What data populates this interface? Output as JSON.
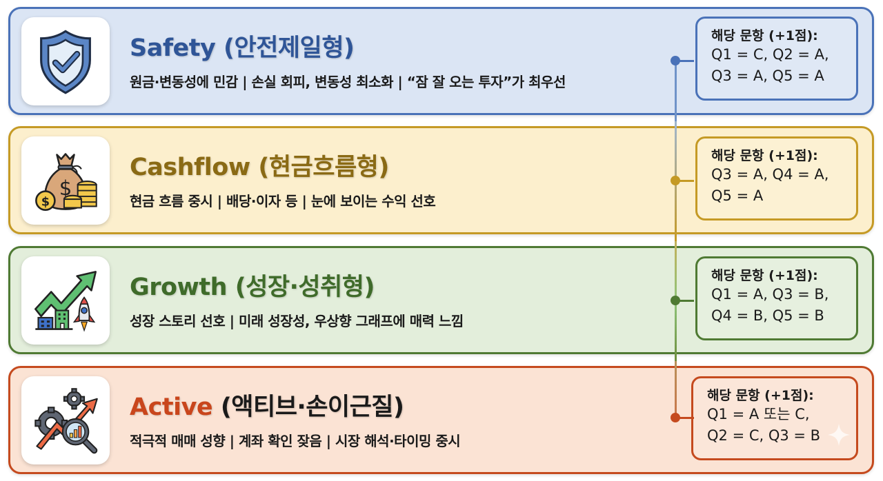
{
  "cards": [
    {
      "id": "safety",
      "title_en": "Safety",
      "title_ko": "(안전제일형)",
      "description": "원금·변동성에 민감 | 손실 회피, 변동성 최소화 | “잠 잘 오는 투자”가 최우선",
      "points_header": "해당 문항 (+1점):",
      "points_lines": [
        "Q1 = C,  Q2 = A,",
        "Q3 = A,  Q5 = A"
      ],
      "icon": "shield-check-icon",
      "colors": {
        "accent": "#2f5597",
        "border": "#4a72b8",
        "bg": "#dbe5f4"
      }
    },
    {
      "id": "cashflow",
      "title_en": "Cashflow",
      "title_ko": "(현금흐름형)",
      "description": "현금 흐름 중시 | 배당·이자 등 | 눈에 보이는 수익 선호",
      "points_header": "해당 문항 (+1점):",
      "points_lines": [
        "Q3 = A,  Q4 = A,",
        "Q5 = A"
      ],
      "icon": "money-bag-icon",
      "colors": {
        "accent": "#8a6a14",
        "border": "#c59a25",
        "bg": "#fcefcd"
      }
    },
    {
      "id": "growth",
      "title_en": "Growth",
      "title_ko": "(성장·성취형)",
      "description": "성장 스토리 선호 | 미래 성장성, 우상향 그래프에 매력 느낌",
      "points_header": "해당 문항 (+1점):",
      "points_lines": [
        "Q1 = A, Q3 = B,",
        "Q4 = B, Q5 = B"
      ],
      "icon": "growth-rocket-icon",
      "colors": {
        "accent": "#3f6b2a",
        "border": "#4f7a33",
        "bg": "#e3eedb"
      }
    },
    {
      "id": "active",
      "title_en": "Active",
      "title_ko": "(액티브·손이근질)",
      "description": "적극적 매매 성향 | 계좌 확인 잦음 | 시장 해석·타이밍 중시",
      "points_header": "해당 문항 (+1점):",
      "points_lines": [
        "Q1 = A 또는 C,",
        "Q2 = C, Q3 = B"
      ],
      "icon": "gear-magnifier-chart-icon",
      "colors": {
        "accent": "#c9461c",
        "border": "#c54a1e",
        "bg": "#fbe3d4"
      }
    }
  ]
}
